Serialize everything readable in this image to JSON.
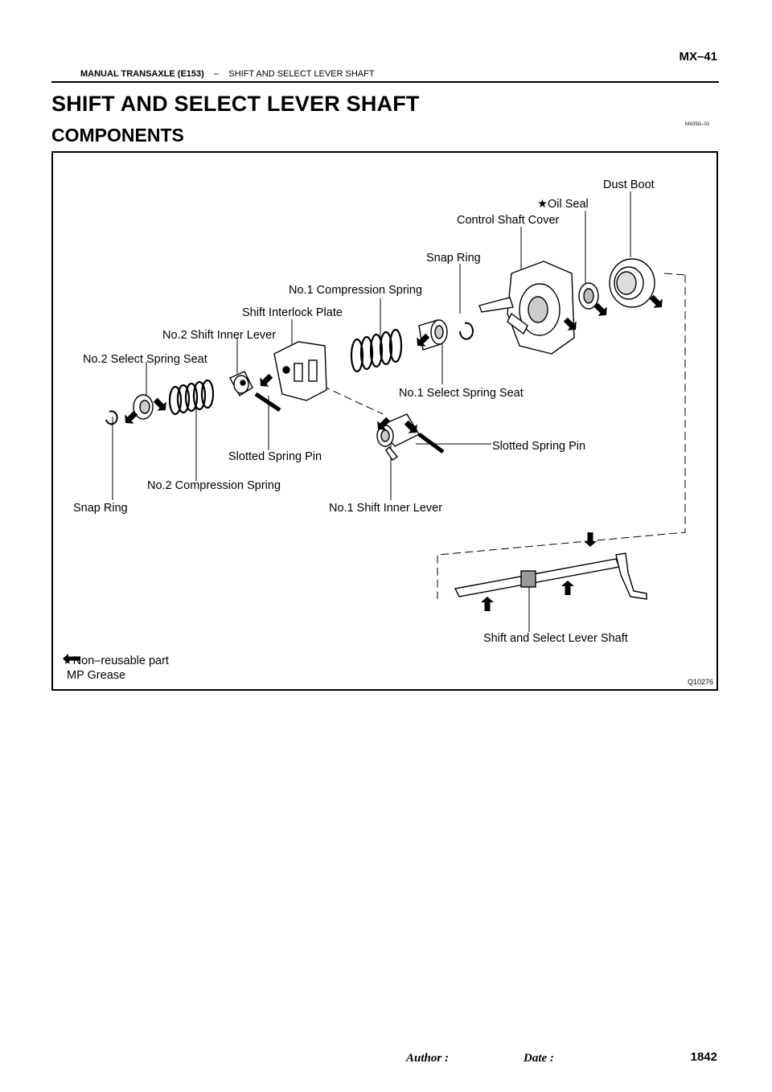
{
  "header": {
    "page_code": "MX–41",
    "section": "MANUAL TRANSAXLE (E153)",
    "separator": "–",
    "topic": "SHIFT AND SELECT LEVER SHAFT"
  },
  "title": "SHIFT AND SELECT LEVER SHAFT",
  "subtitle": "COMPONENTS",
  "doc_code": "MX05G–02",
  "figure": {
    "code": "Q10276",
    "labels": {
      "dust_boot": "Dust Boot",
      "oil_seal": "Oil Seal",
      "control_shaft_cover": "Control Shaft Cover",
      "snap_ring_top": "Snap Ring",
      "no1_compression_spring": "No.1 Compression Spring",
      "shift_interlock_plate": "Shift Interlock Plate",
      "no2_shift_inner_lever": "No.2 Shift Inner Lever",
      "no2_select_spring_seat": "No.2 Select Spring Seat",
      "no1_select_spring_seat": "No.1 Select Spring Seat",
      "slotted_spring_pin_right": "Slotted Spring Pin",
      "slotted_spring_pin_left": "Slotted Spring Pin",
      "no2_compression_spring": "No.2 Compression Spring",
      "snap_ring_bottom": "Snap Ring",
      "no1_shift_inner_lever": "No.1 Shift Inner Lever",
      "shift_select_lever_shaft": "Shift and Select Lever Shaft"
    },
    "legend": {
      "non_reusable": "Non–reusable part",
      "mp_grease": "MP Grease"
    }
  },
  "footer": {
    "author_label": "Author :",
    "date_label": "Date :",
    "page_number": "1842"
  }
}
